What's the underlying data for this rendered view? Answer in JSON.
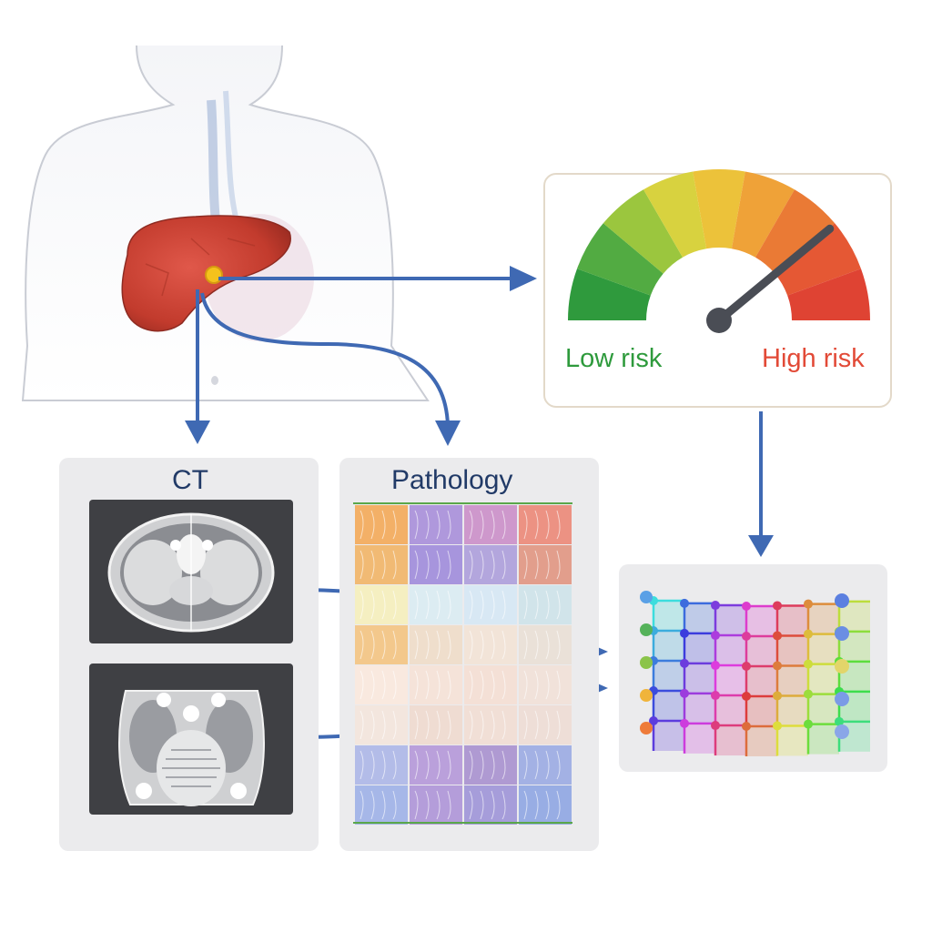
{
  "panels": {
    "ct_title": "CT",
    "pathology_title": "Pathology"
  },
  "gauge": {
    "low_label": "Low risk",
    "high_label": "High risk",
    "needle_level": 0.78,
    "colors": {
      "low": "#2e9a3c",
      "mid": "#e9cf3f",
      "high": "#e24a37",
      "needle": "#4a4d55"
    }
  },
  "colors": {
    "arrow": "#3f69b3",
    "liver": "#c0392b",
    "title_text": "#213a67"
  }
}
